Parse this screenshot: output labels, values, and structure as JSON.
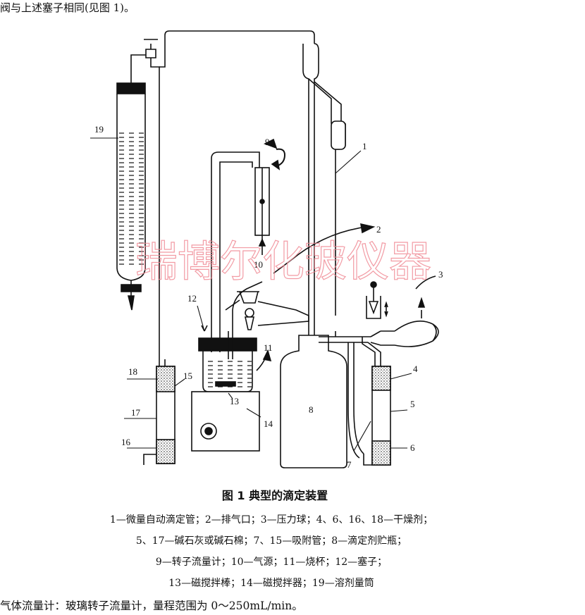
{
  "top_text": "阀与上述塞子相同(见图 1)。",
  "figure": {
    "title": "图 1   典型的滴定装置",
    "legend_lines": [
      "1—微量自动滴定管；2—排气口；3—压力球；4、6、16、18—干燥剂；",
      "5、17—碱石灰或碱石棉；7、15—吸附管；8—滴定剂贮瓶；",
      "9—转子流量计；10—气源；11—烧杯；12—塞子；",
      "13—磁搅拌棒；14—磁搅拌器；19—溶剂量筒"
    ],
    "labels": {
      "n1": "1",
      "n2": "2",
      "n3": "3",
      "n4": "4",
      "n5": "5",
      "n6": "6",
      "n7": "7",
      "n8": "8",
      "n9": "9",
      "n10": "10",
      "n11": "11",
      "n12": "12",
      "n13": "13",
      "n14": "14",
      "n15": "15",
      "n16": "16",
      "n17": "17",
      "n18": "18",
      "n19": "19"
    }
  },
  "watermark": "瑞博尔化玻仪器",
  "bottom_text": "气体流量计：玻璃转子流量计，量程范围为 0～250mL/min。"
}
